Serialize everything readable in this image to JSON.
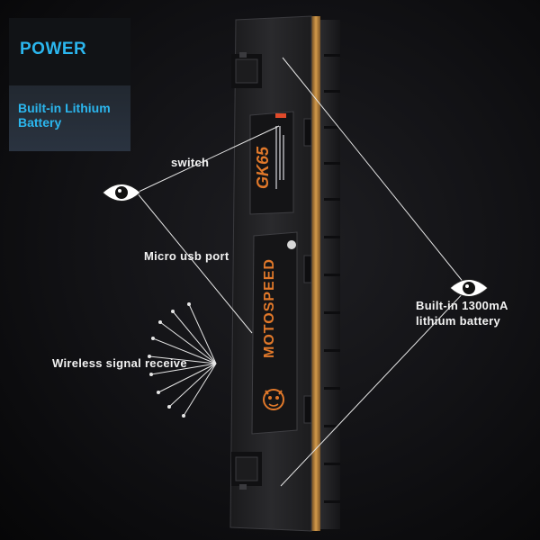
{
  "panel": {
    "title": "POWER",
    "subtitle": "Built-in Lithium Battery"
  },
  "callouts": {
    "switch": "switch",
    "micro_usb": "Micro usb port",
    "battery_line1": "Built-in 1300mA",
    "battery_line2": "lithium battery",
    "wireless": "Wireless signal receive"
  },
  "keyboard": {
    "model": "GK65",
    "brand": "MOTOSPEED"
  },
  "colors": {
    "accent": "#2bb6ee",
    "brand_orange": "#e0782a",
    "keyboard_body": "#232325"
  }
}
